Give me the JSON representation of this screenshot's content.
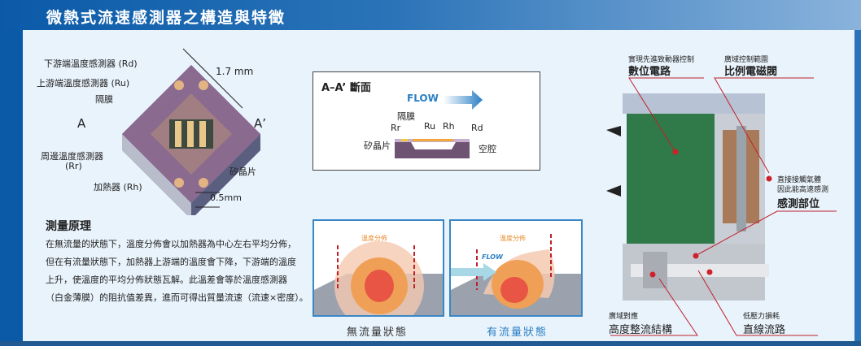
{
  "title": "微熱式流速感測器之構造與特徵",
  "chip": {
    "rd": "下游端溫度感測器 (Rd)",
    "ru": "上游端溫度感測器 (Ru)",
    "membrane": "隔膜",
    "a": "A",
    "a_prime": "A’",
    "width": "1.7 mm",
    "rr_line1": "周邊溫度感測器",
    "rr_line2": "(Rr)",
    "rh": "加熱器 (Rh)",
    "silicon": "矽晶片",
    "thickness": "0.5mm"
  },
  "principle": {
    "heading": "測量原理",
    "lines": [
      "在無流量的狀態下，溫度分佈會以加熱器為中心左右平均分佈，",
      "但在有流量狀態下，加熱器上游端的溫度會下降，下游端的溫度",
      "上升，使溫度的平均分佈狀態瓦解。此溫差會等於溫度感測器",
      "（白金薄膜）的阻抗值差異，進而可得出質量流速（流速×密度）。"
    ]
  },
  "section": {
    "title": "A–A’ 斷面",
    "flow": "FLOW",
    "membrane": "隔膜",
    "rr": "Rr",
    "ru": "Ru",
    "rh": "Rh",
    "rd": "Rd",
    "silicon": "矽晶片",
    "cavity": "空腔"
  },
  "states": {
    "no_flow": {
      "dist": "溫度分佈",
      "caption": "無流量狀態"
    },
    "flow": {
      "dist": "溫度分佈",
      "flow": "FLOW",
      "caption": "有流量狀態"
    }
  },
  "device": {
    "digital": {
      "sub": "實現先進致動器控制",
      "main": "數位電路"
    },
    "valve": {
      "sub": "廣域控制範圍",
      "main": "比例電磁閥"
    },
    "sensor": {
      "sub1": "直接接觸氣體",
      "sub2": "因此能高速感測",
      "main": "感測部位"
    },
    "rectifier": {
      "sub": "廣域對應",
      "main": "高度整流結構"
    },
    "channel": {
      "sub": "低壓力損耗",
      "main": "直線流路"
    }
  },
  "colors": {
    "brand": "#0b5aa8",
    "caption_flow": "#2a7fc4",
    "accent_red": "#d0202a",
    "orange": "#e8892a"
  }
}
